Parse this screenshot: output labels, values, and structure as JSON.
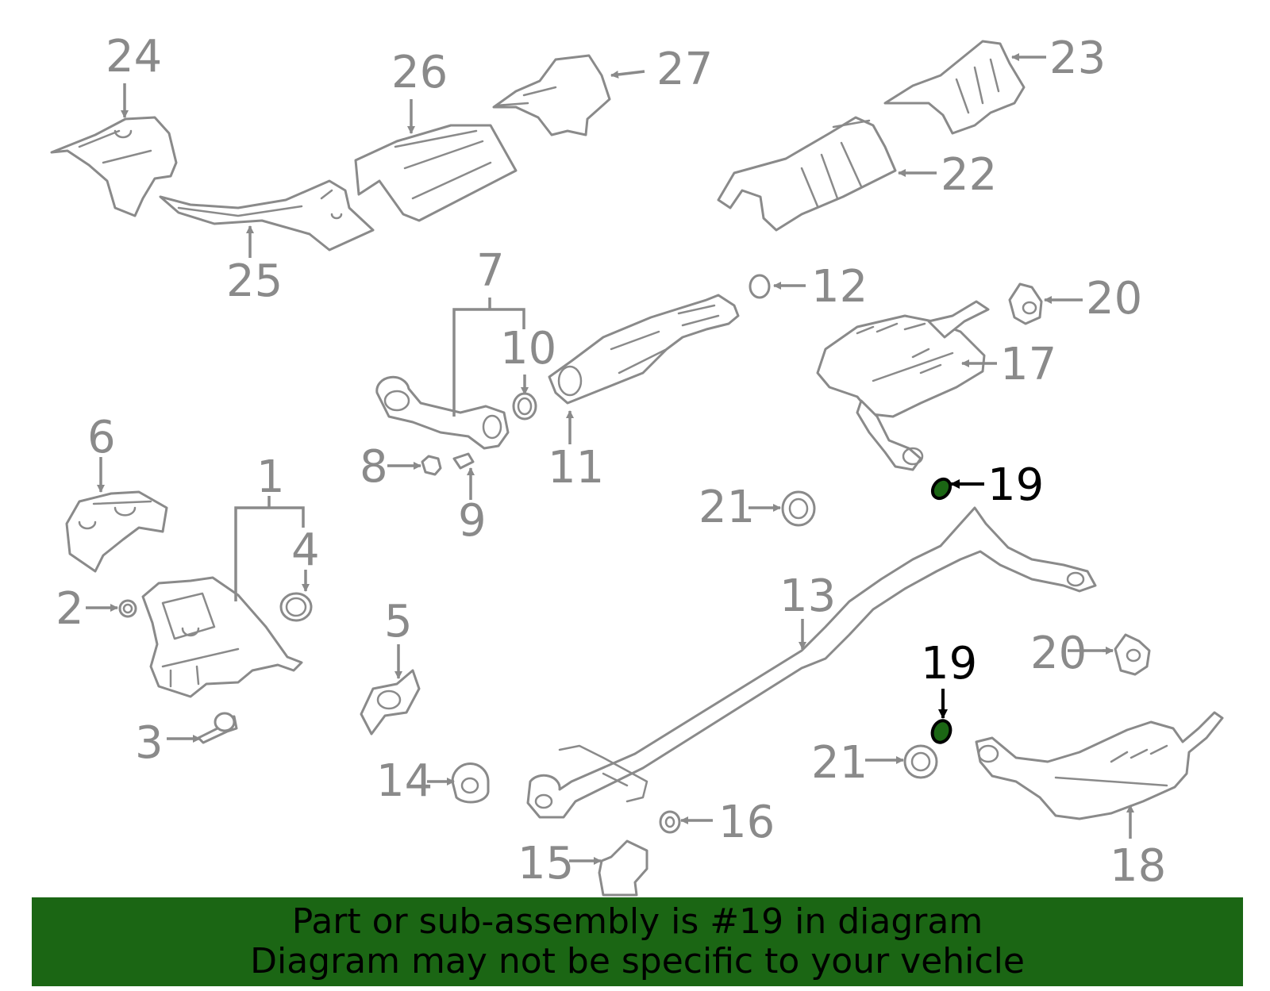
{
  "diagram": {
    "callouts": {
      "c1": "1",
      "c2": "2",
      "c3": "3",
      "c4": "4",
      "c5": "5",
      "c6": "6",
      "c7": "7",
      "c8": "8",
      "c9": "9",
      "c10": "10",
      "c11": "11",
      "c12": "12",
      "c13": "13",
      "c14": "14",
      "c15": "15",
      "c16": "16",
      "c17": "17",
      "c18": "18",
      "c19a": "19",
      "c19b": "19",
      "c20a": "20",
      "c20b": "20",
      "c21a": "21",
      "c21b": "21",
      "c22": "22",
      "c23": "23",
      "c24": "24",
      "c25": "25",
      "c26": "26",
      "c27": "27"
    },
    "highlight_color": "#1b6614",
    "highlighted_part": "19"
  },
  "banner": {
    "line1": "Part or sub-assembly is #19 in diagram",
    "line2": "Diagram may not be specific to your vehicle",
    "background": "#1b6614"
  }
}
